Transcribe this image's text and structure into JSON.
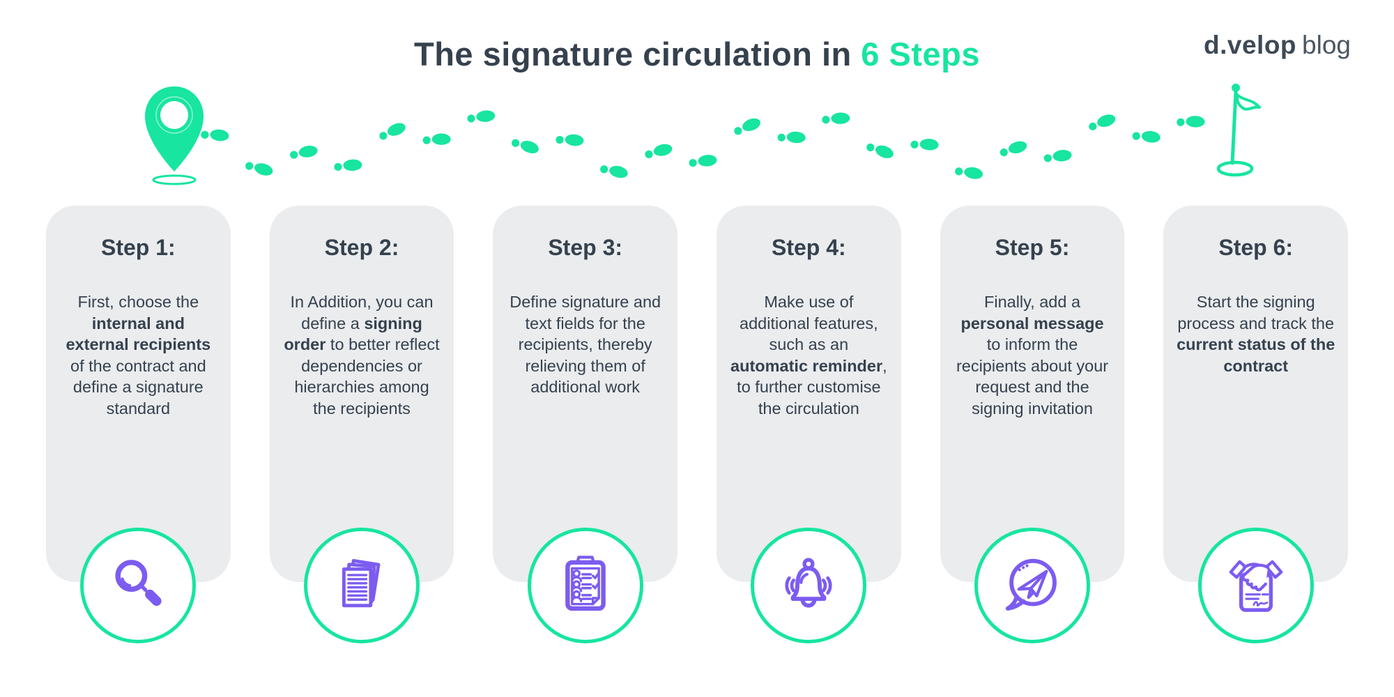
{
  "page": {
    "title_prefix": "The signature circulation in ",
    "title_highlight": "6 Steps",
    "logo_bold": "d.velop",
    "logo_light": "blog"
  },
  "colors": {
    "green": "#17E5A0",
    "purple": "#7C5CF0",
    "dark_text": "#36414E",
    "card_bg": "#EAECEE"
  },
  "decorations": {
    "start_marker": "location-pin",
    "path": "footprints-trail",
    "end_marker": "finish-flag"
  },
  "steps": [
    {
      "title": "Step 1:",
      "icon": "magnifier",
      "body": {
        "pre": "First, choose the ",
        "bold": "internal and external recipients",
        "post": " of the contract and define a signature standard"
      }
    },
    {
      "title": "Step 2:",
      "icon": "document-stack",
      "body": {
        "pre": "In Addition, you can define a ",
        "bold": "signing order",
        "post": " to better reflect dependencies or hierarchies among the recipients"
      }
    },
    {
      "title": "Step 3:",
      "icon": "recipient-checklist",
      "body": {
        "pre": "Define signature and text fields for the recipients, thereby relieving them of additional work",
        "bold": "",
        "post": ""
      }
    },
    {
      "title": "Step 4:",
      "icon": "reminder-bell",
      "body": {
        "pre": "Make use of additional features, such as an ",
        "bold": "automatic reminder",
        "post": ", to further customise the circulation"
      }
    },
    {
      "title": "Step 5:",
      "icon": "send-message",
      "body": {
        "pre": "Finally, add a ",
        "bold": "personal message",
        "post": " to inform the recipients about your request and the signing invitation"
      }
    },
    {
      "title": "Step 6:",
      "icon": "handshake-contract",
      "body": {
        "pre": "Start the signing process and track the ",
        "bold": "current status of the contract",
        "post": ""
      }
    }
  ]
}
